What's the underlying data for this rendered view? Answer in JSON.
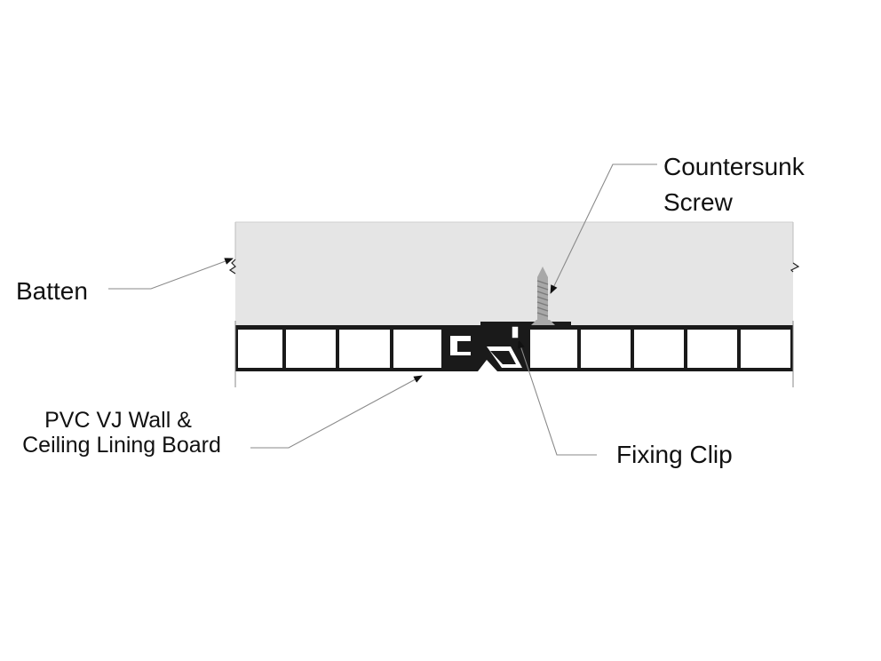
{
  "diagram": {
    "labels": {
      "countersunk_line1": "Countersunk",
      "countersunk_line2": "Screw",
      "batten": "Batten",
      "pvc_line1": "PVC VJ Wall &",
      "pvc_line2": "Ceiling Lining Board",
      "fixing_clip": "Fixing Clip"
    },
    "colors": {
      "batten_fill": "#e5e5e5",
      "board_stroke": "#1a1a1a",
      "cell_fill": "#ffffff",
      "leader": "#8a8a8a",
      "screw": "#a8a8a8",
      "arrow": "#111111"
    }
  }
}
